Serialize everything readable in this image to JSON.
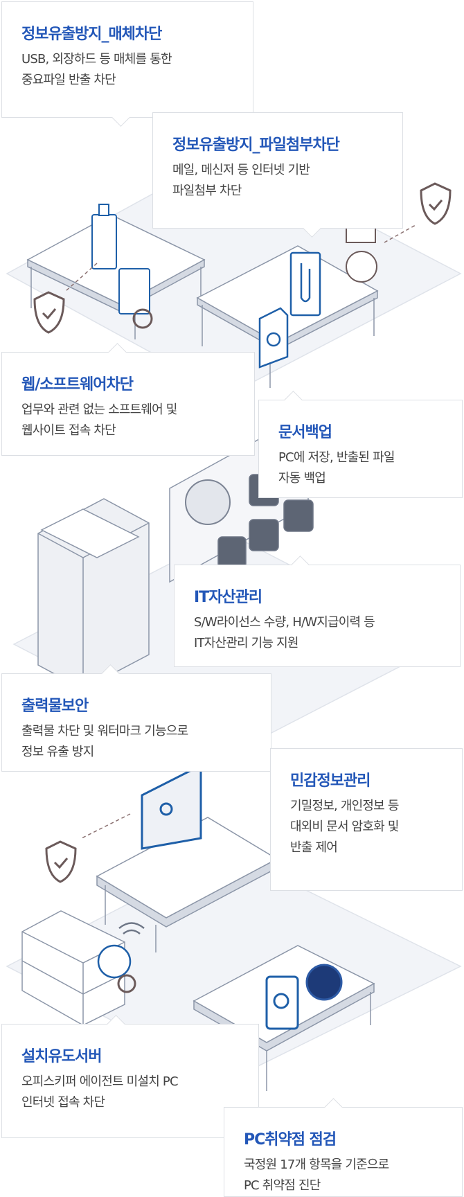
{
  "colors": {
    "accent": "#2357b8",
    "text": "#444444",
    "icon_blue": "#1e5fa8",
    "shield": "#6b5a5a"
  },
  "features": [
    {
      "title": "정보유출방지_매체차단",
      "desc": [
        "USB, 외장하드 등 매체를 통한",
        "중요파일 반출 차단"
      ]
    },
    {
      "title": "정보유출방지_파일첨부차단",
      "desc": [
        "메일, 메신저 등 인터넷 기반",
        "파일첨부 차단"
      ]
    },
    {
      "title": "웹/소프트웨어차단",
      "desc": [
        "업무와 관련 없는 소프트웨어 및",
        "웹사이트 접속 차단"
      ]
    },
    {
      "title": "문서백업",
      "desc": [
        "PC에 저장, 반출된 파일",
        "자동 백업"
      ]
    },
    {
      "title": "IT자산관리",
      "desc": [
        "S/W라이선스 수량, H/W지급이력 등",
        "IT자산관리 기능 지원"
      ]
    },
    {
      "title": "출력물보안",
      "desc": [
        "출력물 차단 및 워터마크 기능으로",
        "정보 유출 방지"
      ]
    },
    {
      "title": "민감정보관리",
      "desc": [
        "기밀정보, 개인정보 등",
        "대외비 문서 암호화 및",
        "반출 제어"
      ]
    },
    {
      "title": "설치유도서버",
      "desc": [
        "오피스키퍼 에이전트 미설치 PC",
        "인터넷 접속 차단"
      ]
    },
    {
      "title": "PC취약점 점검",
      "desc": [
        "국정원 17개 항목을 기준으로",
        "PC 취약점 진단"
      ]
    }
  ],
  "icons": [
    "usb-icon",
    "card-icon",
    "block-icon",
    "shield-check-icon",
    "attachment-icon",
    "document-sync-icon",
    "mail-icon",
    "chat-icon",
    "gear-icon",
    "apple-icon",
    "windows-icon",
    "office-icon",
    "pdf-icon",
    "hangul-icon",
    "printer-lock-icon",
    "user-profile-icon",
    "globe-icon",
    "wifi-icon",
    "search-icon",
    "seal-icon"
  ]
}
